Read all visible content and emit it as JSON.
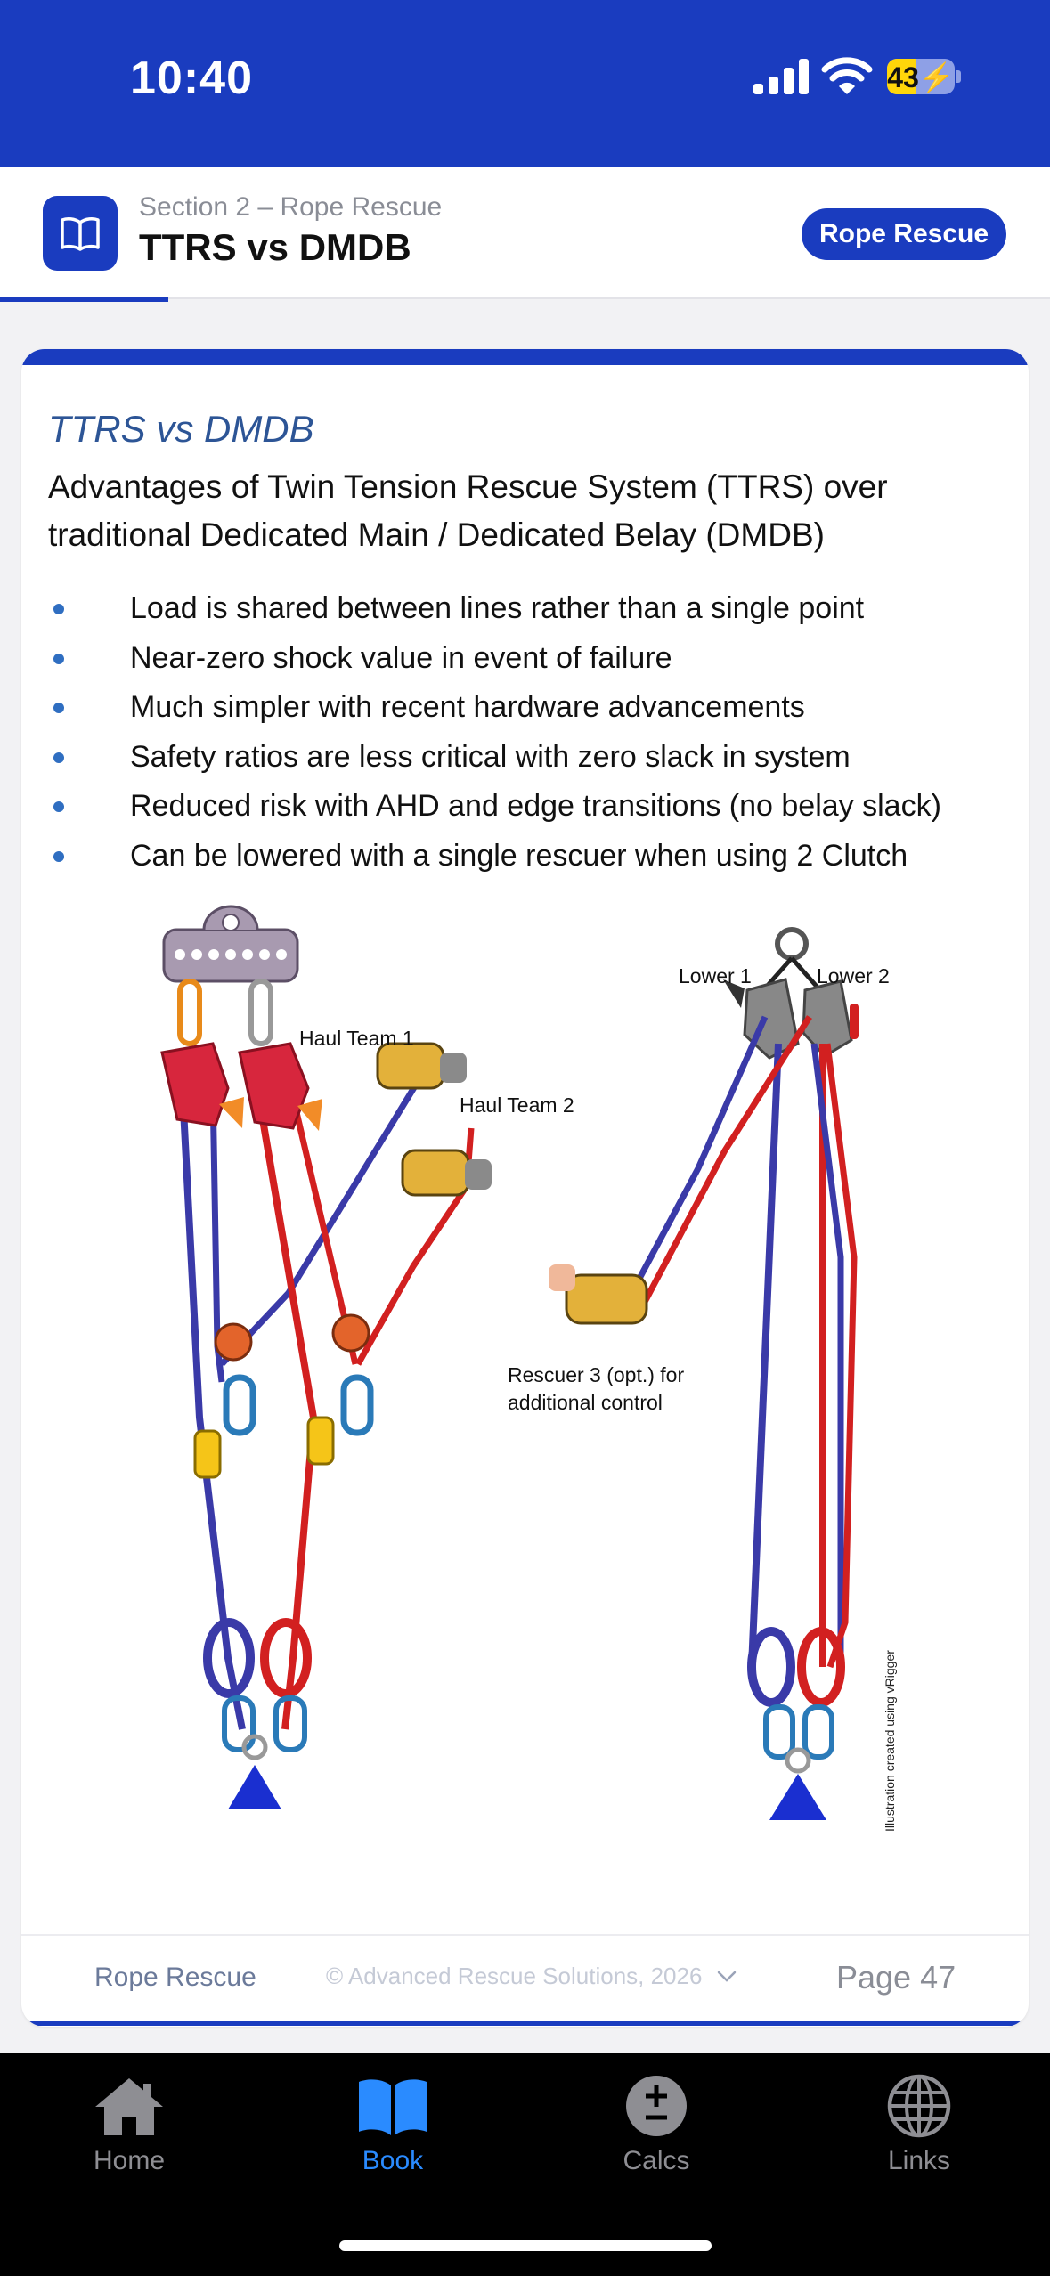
{
  "status_bar": {
    "time": "10:40",
    "battery": "43",
    "battery_level": 0.43
  },
  "header": {
    "section": "Section 2 – Rope Rescue",
    "title": "TTRS vs DMDB",
    "badge": "Rope Rescue",
    "reading_progress": 0.16
  },
  "slide": {
    "title": "TTRS vs DMDB",
    "subtitle": "Advantages of Twin Tension Rescue System (TTRS) over traditional Dedicated Main / Dedicated Belay (DMDB)",
    "bullets": [
      "Load is shared between lines rather than a single point",
      "Near-zero shock value in event of failure",
      "Much simpler with recent hardware advancements",
      "Safety ratios are less critical with zero slack in system",
      "Reduced risk with AHD and edge transitions (no belay slack)",
      "Can be lowered with a single rescuer when using 2 Clutch"
    ],
    "diagram": {
      "label_haul1": "Haul Team 1",
      "label_haul2": "Haul Team 2",
      "label_lower1": "Lower 1",
      "label_lower2": "Lower 2",
      "label_rescuer_line1": "Rescuer 3 (opt.) for",
      "label_rescuer_line2": "additional control",
      "credit": "Illustration created using vRigger"
    }
  },
  "footer": {
    "left": "Rope Rescue",
    "copyright": "© Advanced Rescue Solutions, 2026",
    "page": "Page 47"
  },
  "tabs": [
    {
      "label": "Home",
      "icon": "house-icon",
      "active": false
    },
    {
      "label": "Book",
      "icon": "book-icon",
      "active": true
    },
    {
      "label": "Calcs",
      "icon": "plus-minus-icon",
      "active": false
    },
    {
      "label": "Links",
      "icon": "globe-icon",
      "active": false
    }
  ],
  "colors": {
    "brand_blue": "#1a3cbf",
    "tab_active": "#2a8bff",
    "rope_blue": "#3a3aa8",
    "rope_red": "#d22020"
  }
}
